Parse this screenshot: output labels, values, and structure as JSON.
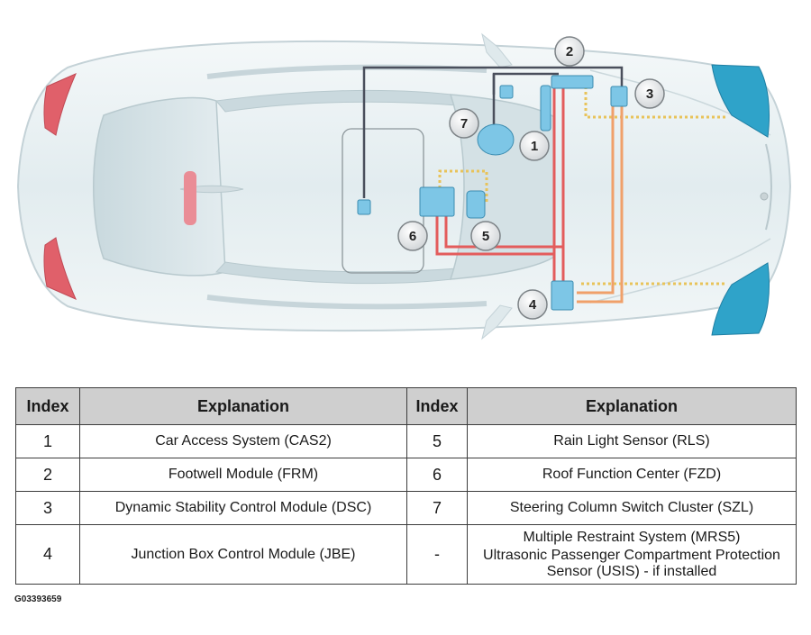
{
  "diagram": {
    "callouts": [
      "1",
      "2",
      "3",
      "4",
      "5",
      "6",
      "7"
    ],
    "colors": {
      "body": "#dfe9ec",
      "glass": "#cfdee3",
      "headlight": "#2fa3c9",
      "taillight": "#e0606a",
      "bus_dark": "#4a4f5c",
      "bus_red": "#e35c5c",
      "bus_orange": "#f0a06a",
      "bus_yellow": "#e8c35a",
      "module": "#7dc6e6"
    }
  },
  "table": {
    "headers": [
      "Index",
      "Explanation",
      "Index",
      "Explanation"
    ],
    "rows": [
      {
        "index_a": "1",
        "text_a": "Car Access System (CAS2)",
        "index_b": "5",
        "text_b": "Rain Light Sensor (RLS)"
      },
      {
        "index_a": "2",
        "text_a": "Footwell Module (FRM)",
        "index_b": "6",
        "text_b": "Roof Function Center (FZD)"
      },
      {
        "index_a": "3",
        "text_a": "Dynamic Stability Control Module (DSC)",
        "index_b": "7",
        "text_b": "Steering Column Switch Cluster (SZL)"
      },
      {
        "index_a": "4",
        "text_a": "Junction Box Control Module (JBE)",
        "index_b": "-",
        "text_b": [
          "Multiple Restraint System (MRS5)",
          "Ultrasonic Passenger Compartment Protection Sensor (USIS) - if installed"
        ]
      }
    ]
  },
  "figure_id": "G03393659"
}
